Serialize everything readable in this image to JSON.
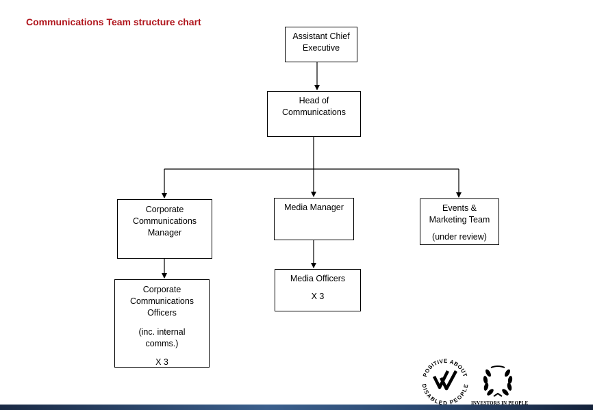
{
  "title": "Communications Team structure chart",
  "nodes": {
    "ace": [
      "Assistant Chief",
      "Executive"
    ],
    "hoc": [
      "Head of",
      "Communications"
    ],
    "ccm": [
      "Corporate",
      "Communications",
      "Manager"
    ],
    "mm": [
      "Media Manager"
    ],
    "emt": [
      "Events &",
      "Marketing Team"
    ],
    "emt_note": "(under review)",
    "cco": [
      "Corporate",
      "Communications",
      "Officers"
    ],
    "cco_note": [
      "(inc. internal",
      "comms.)"
    ],
    "cco_count": "X 3",
    "mo": [
      "Media Officers"
    ],
    "mo_count": "X 3"
  },
  "logos": {
    "disabled_badge_top": "POSITIVE ABOUT",
    "disabled_badge_bottom": "DISABLED PEOPLE",
    "iip": "INVESTORS IN PEOPLE"
  },
  "colors": {
    "title": "#b0161d",
    "line": "#000000"
  }
}
